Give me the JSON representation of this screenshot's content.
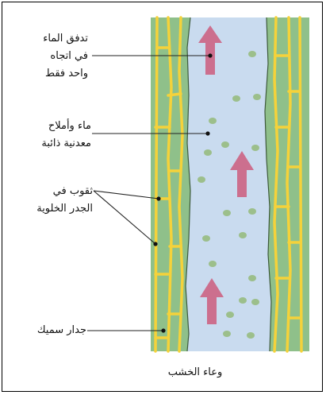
{
  "labels": {
    "flow_line1": "تدفق الماء",
    "flow_line2": "في اتجاه",
    "flow_line3": "واحد فقط",
    "water_line1": "ماء وأملاح",
    "water_line2": "معدنية ذائبة",
    "pits_line1": "ثقوب في",
    "pits_line2": "الجدر الخلوية",
    "wall": "جدار سميك",
    "caption": "وعاء الخشب"
  },
  "colors": {
    "wall_green": "#8fc08a",
    "wall_yellow": "#f5d23a",
    "lumen_blue": "#c9dbef",
    "arrow_pink": "#cc6f8e",
    "dot_green": "#9cbf8b"
  },
  "icons": {
    "arrows": [
      "up-arrow-icon",
      "up-arrow-icon",
      "up-arrow-icon"
    ]
  }
}
